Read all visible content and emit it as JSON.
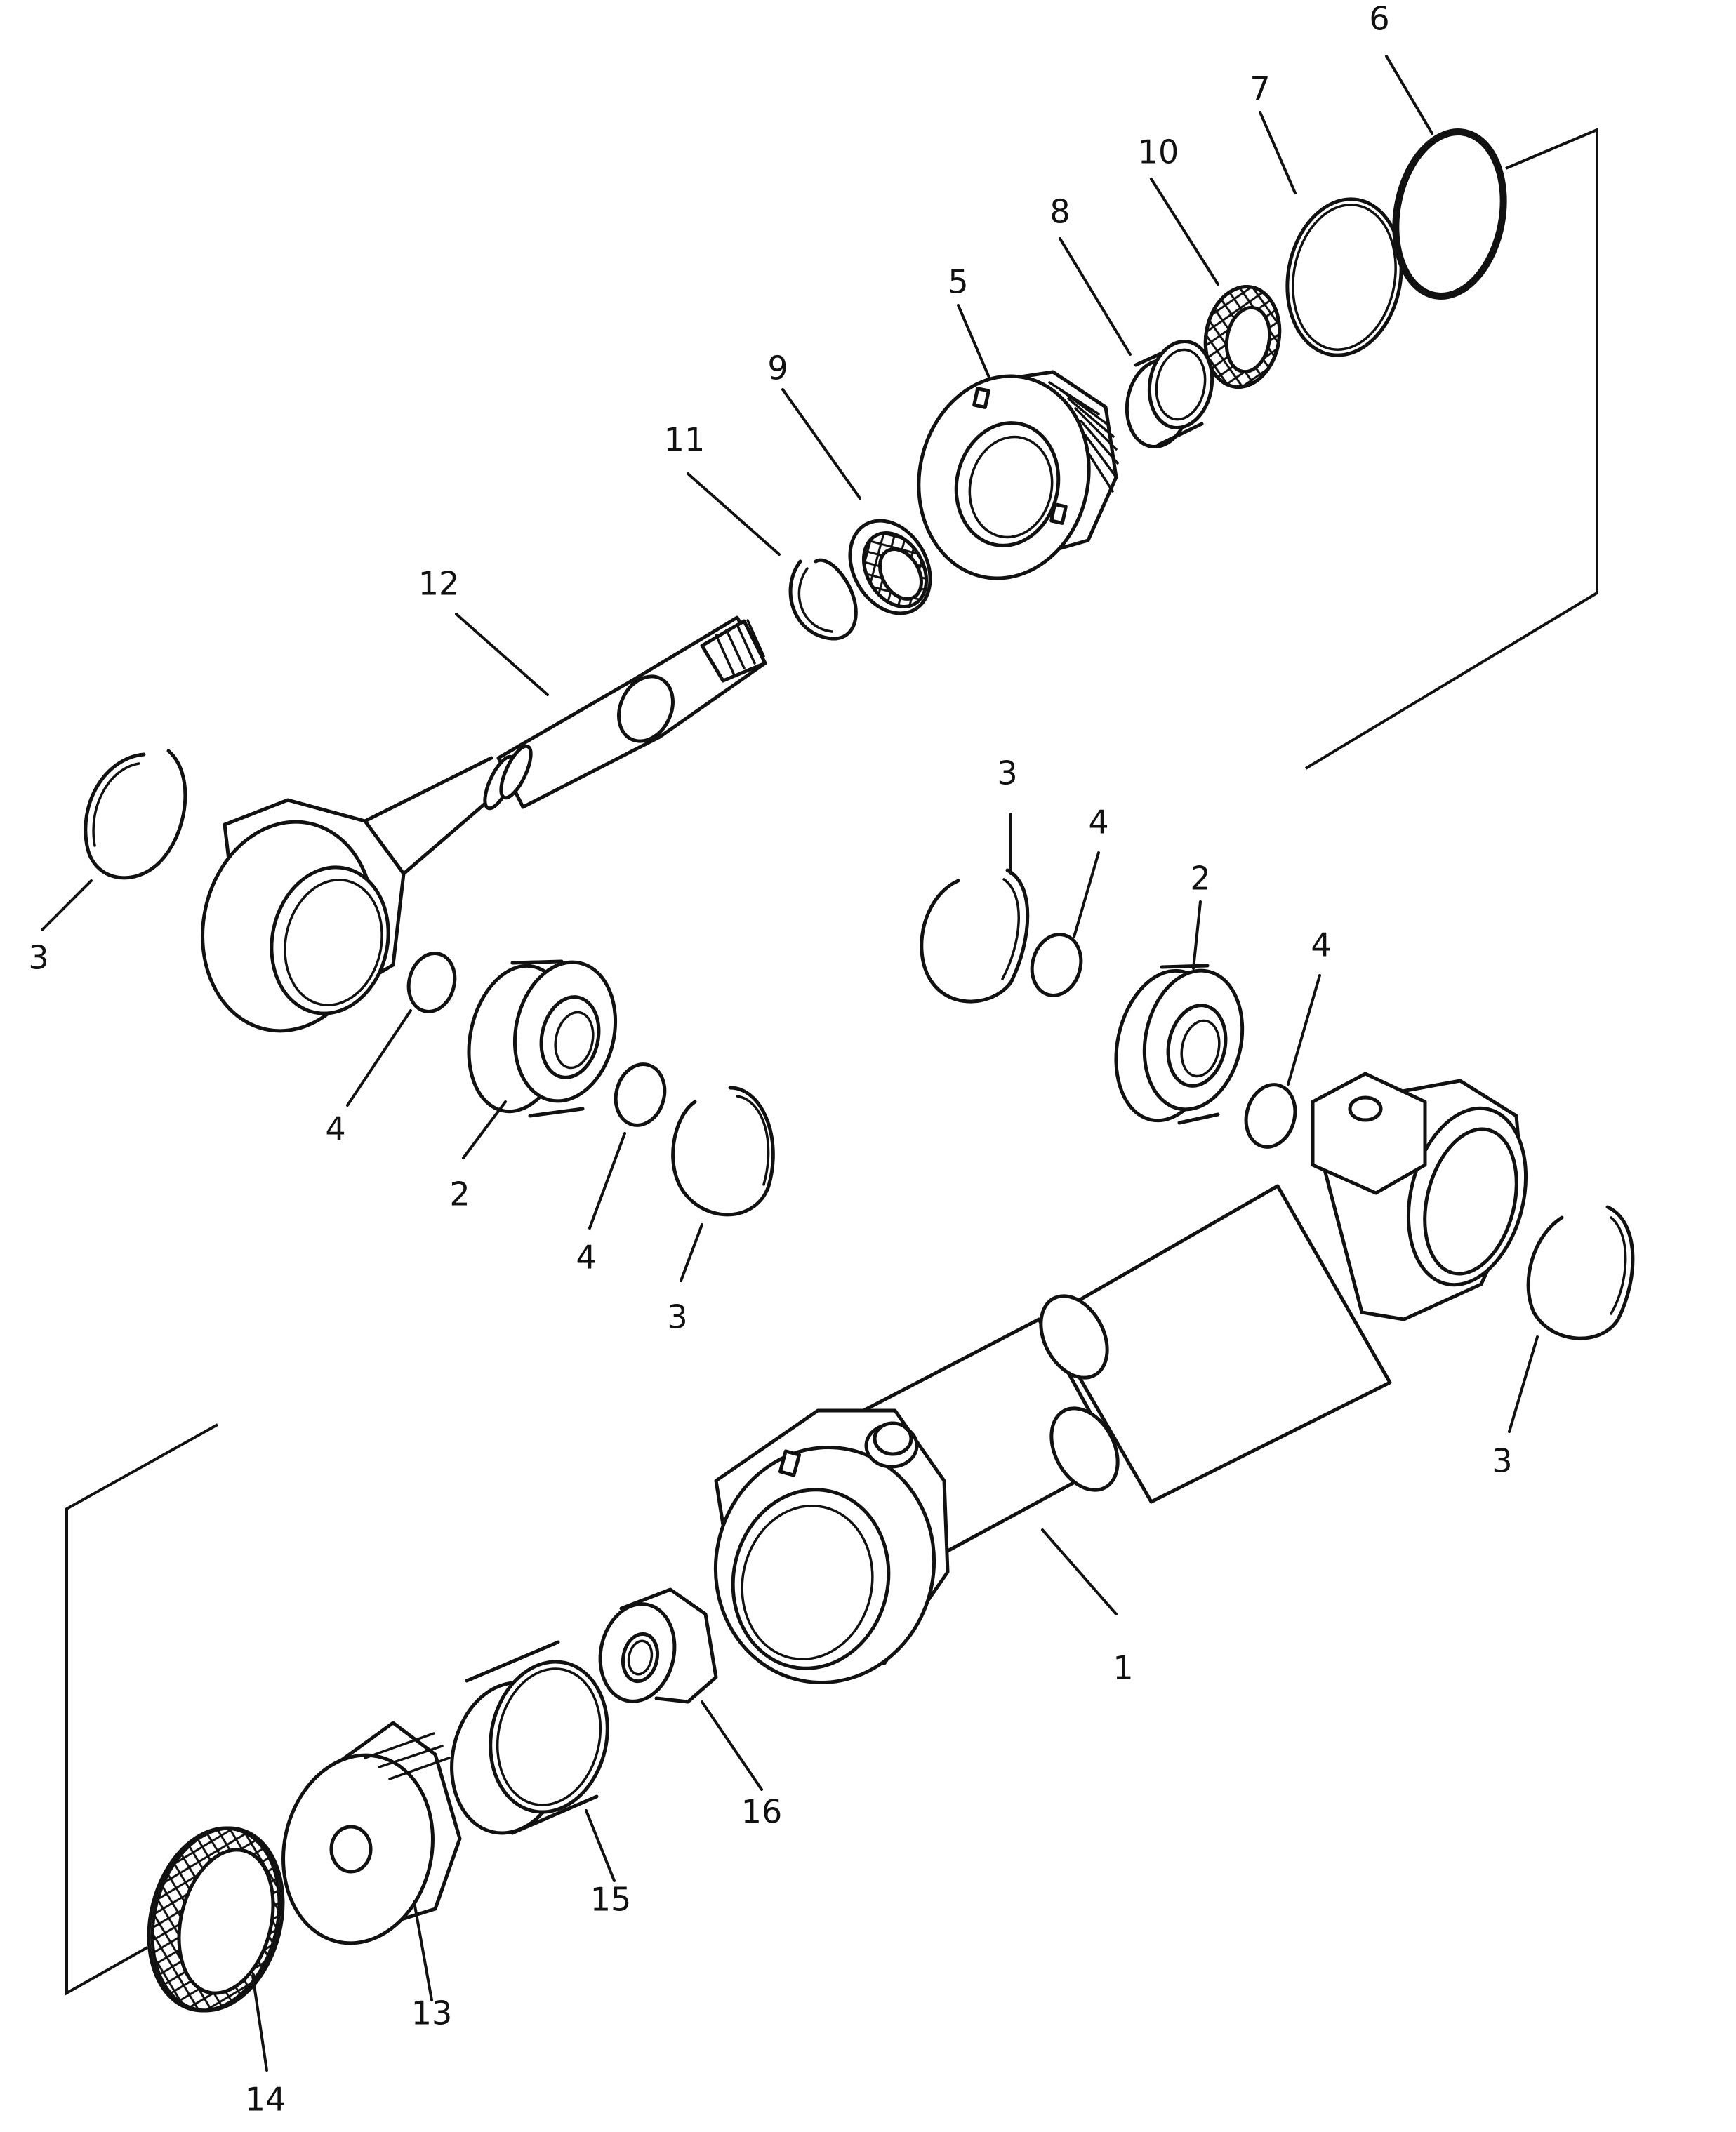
{
  "diagram": {
    "type": "exploded-parts-view",
    "colors": {
      "ink": "#111111",
      "paper": "#ffffff"
    },
    "callouts": [
      {
        "key": "c1",
        "label": "1"
      },
      {
        "key": "c2a",
        "label": "2"
      },
      {
        "key": "c2b",
        "label": "2"
      },
      {
        "key": "c3a",
        "label": "3"
      },
      {
        "key": "c3b",
        "label": "3"
      },
      {
        "key": "c3c",
        "label": "3"
      },
      {
        "key": "c3d",
        "label": "3"
      },
      {
        "key": "c4a",
        "label": "4"
      },
      {
        "key": "c4b",
        "label": "4"
      },
      {
        "key": "c4c",
        "label": "4"
      },
      {
        "key": "c4d",
        "label": "4"
      },
      {
        "key": "c5",
        "label": "5"
      },
      {
        "key": "c6",
        "label": "6"
      },
      {
        "key": "c7",
        "label": "7"
      },
      {
        "key": "c8",
        "label": "8"
      },
      {
        "key": "c9",
        "label": "9"
      },
      {
        "key": "c10",
        "label": "10"
      },
      {
        "key": "c11",
        "label": "11"
      },
      {
        "key": "c12",
        "label": "12"
      },
      {
        "key": "c13",
        "label": "13"
      },
      {
        "key": "c14",
        "label": "14"
      },
      {
        "key": "c15",
        "label": "15"
      },
      {
        "key": "c16",
        "label": "16"
      }
    ]
  }
}
